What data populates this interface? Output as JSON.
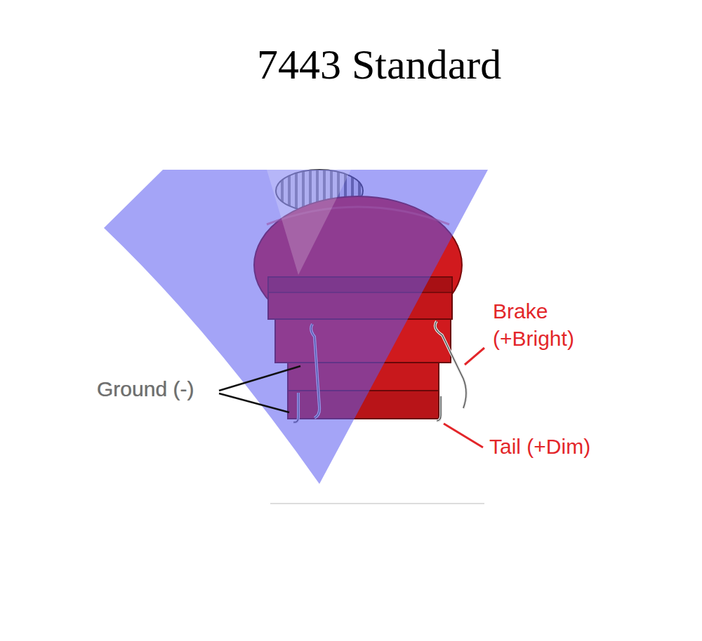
{
  "diagram": {
    "title": "7443 Standard",
    "labels": [
      "Ground (-)",
      "Brake (+Bright)",
      "Tail (+Dim)"
    ]
  }
}
